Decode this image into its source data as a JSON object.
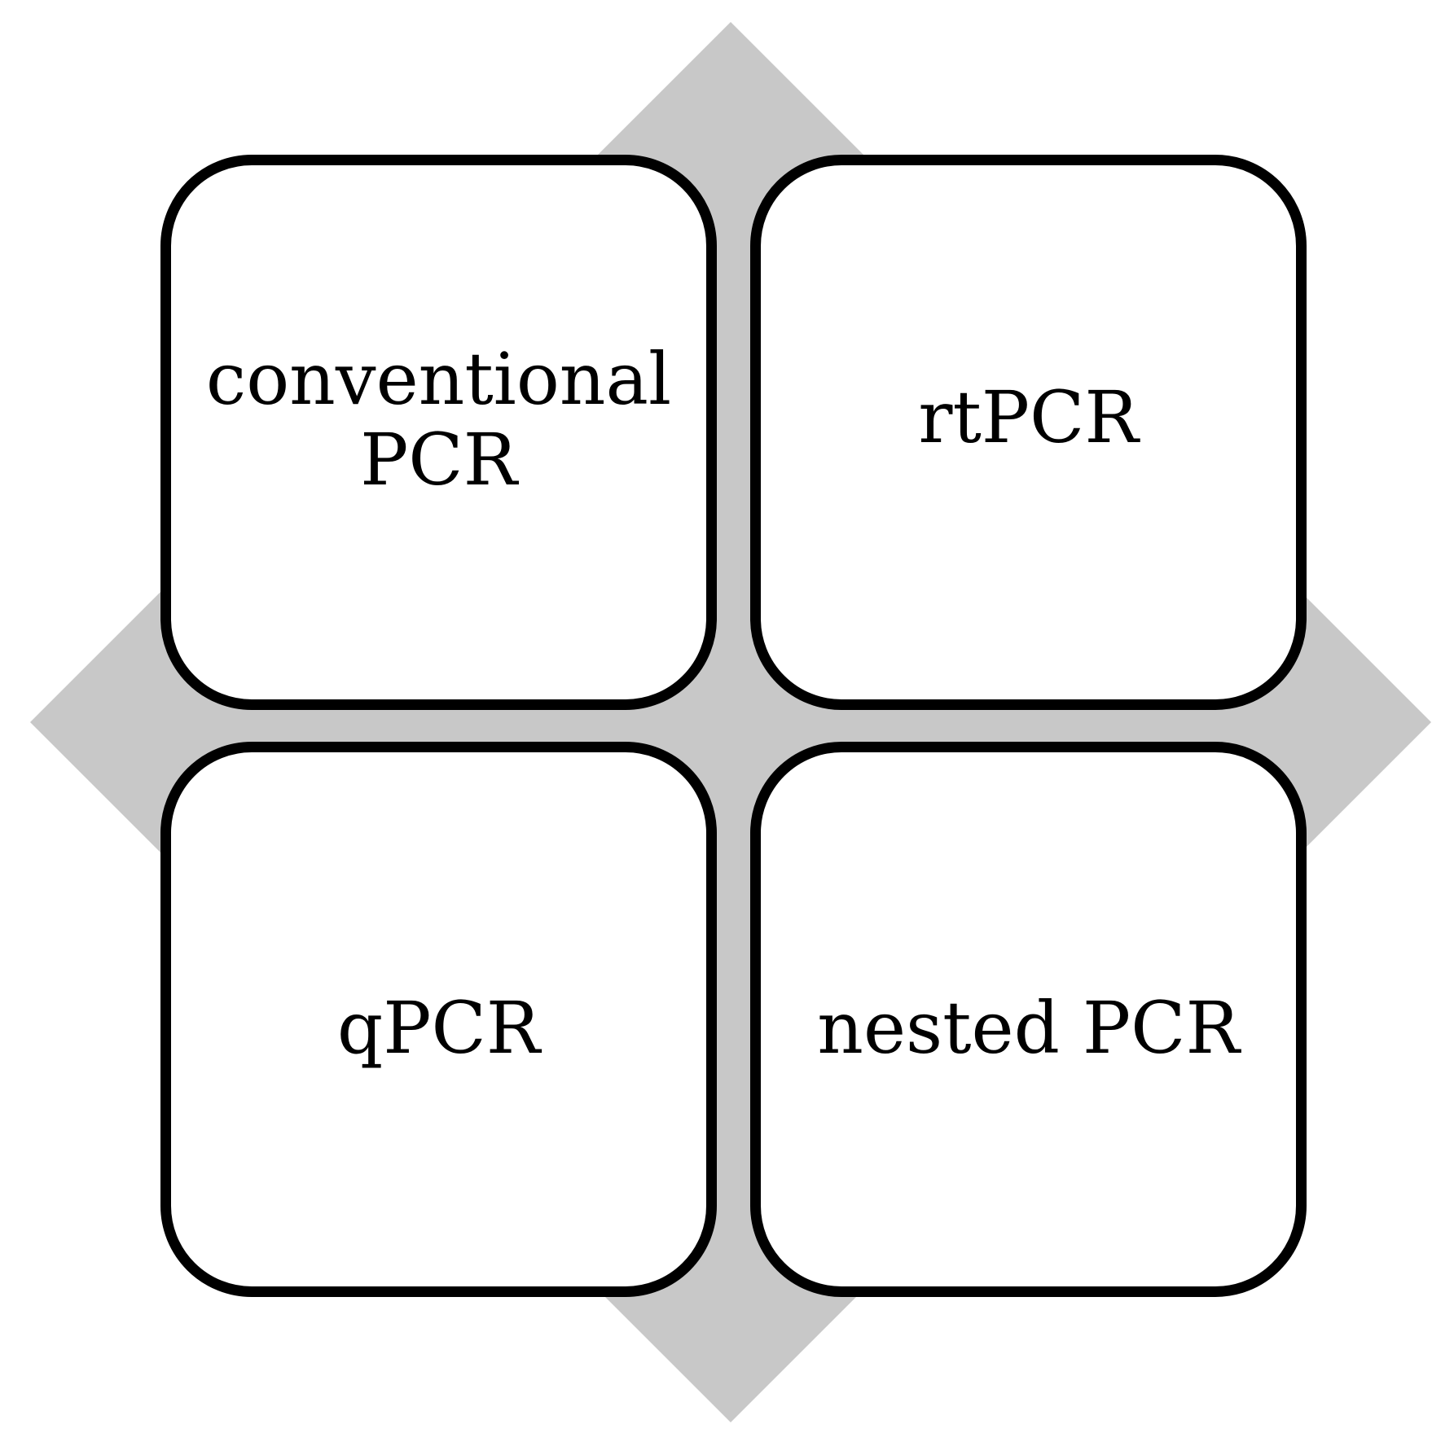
{
  "diagram": {
    "background_shape_color": "#c8c8c8",
    "tile_border_color": "#000000",
    "tile_fill_color": "#ffffff",
    "tiles": [
      {
        "label_line1": "conventional",
        "label_line2": "PCR"
      },
      {
        "label_line1": "rtPCR"
      },
      {
        "label_line1": "qPCR"
      },
      {
        "label_line1": "nested PCR"
      }
    ]
  }
}
